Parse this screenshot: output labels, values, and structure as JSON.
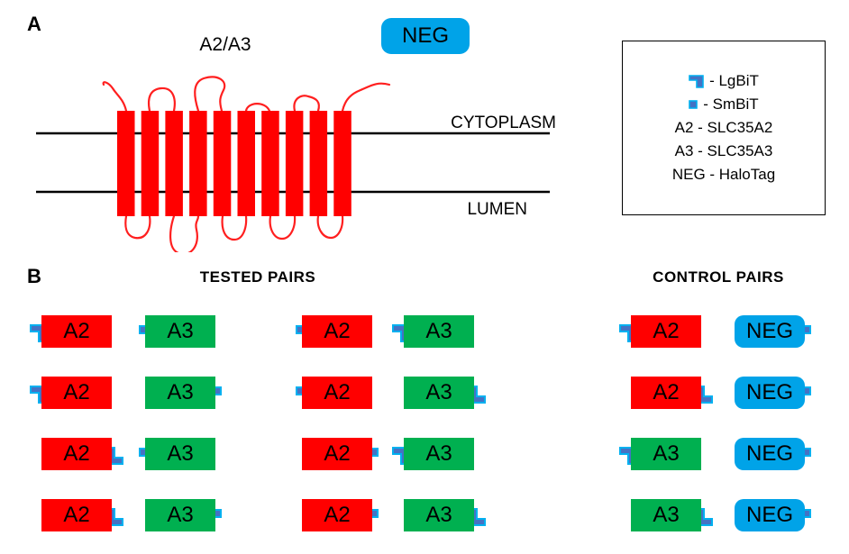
{
  "panelA": {
    "label": "A",
    "protein_title": "A2/A3",
    "neg_label": "NEG",
    "membrane": {
      "top_label": "CYTOPLASM",
      "bottom_label": "LUMEN"
    },
    "legend": {
      "items": [
        {
          "icon": "lgbit",
          "text": "- LgBiT"
        },
        {
          "icon": "smbit",
          "text": "- SmBiT"
        },
        {
          "icon": null,
          "text": "A2 - SLC35A2"
        },
        {
          "icon": null,
          "text": "A3 - SLC35A3"
        },
        {
          "icon": null,
          "text": "NEG - HaloTag"
        }
      ]
    }
  },
  "panelB": {
    "label": "B",
    "tested_heading": "TESTED PAIRS",
    "control_heading": "CONTROL PAIRS",
    "rows": [
      {
        "tested": [
          {
            "boxes": [
              {
                "label": "A2",
                "type": "a2",
                "tag": {
                  "kind": "LgBiT",
                  "side": "left"
                }
              },
              {
                "label": "A3",
                "type": "a3",
                "tag": {
                  "kind": "SmBiT",
                  "side": "left"
                }
              }
            ]
          },
          {
            "boxes": [
              {
                "label": "A2",
                "type": "a2",
                "tag": {
                  "kind": "SmBiT",
                  "side": "left"
                }
              },
              {
                "label": "A3",
                "type": "a3",
                "tag": {
                  "kind": "LgBiT",
                  "side": "left"
                }
              }
            ]
          }
        ],
        "control": {
          "boxes": [
            {
              "label": "A2",
              "type": "a2",
              "tag": {
                "kind": "LgBiT",
                "side": "left"
              }
            },
            {
              "label": "NEG",
              "type": "neg",
              "tag": {
                "kind": "SmBiT",
                "side": "right"
              }
            }
          ]
        }
      },
      {
        "tested": [
          {
            "boxes": [
              {
                "label": "A2",
                "type": "a2",
                "tag": {
                  "kind": "LgBiT",
                  "side": "left"
                }
              },
              {
                "label": "A3",
                "type": "a3",
                "tag": {
                  "kind": "SmBiT",
                  "side": "right"
                }
              }
            ]
          },
          {
            "boxes": [
              {
                "label": "A2",
                "type": "a2",
                "tag": {
                  "kind": "SmBiT",
                  "side": "left"
                }
              },
              {
                "label": "A3",
                "type": "a3",
                "tag": {
                  "kind": "LgBiT",
                  "side": "right"
                }
              }
            ]
          }
        ],
        "control": {
          "boxes": [
            {
              "label": "A2",
              "type": "a2",
              "tag": {
                "kind": "LgBiT",
                "side": "right"
              }
            },
            {
              "label": "NEG",
              "type": "neg",
              "tag": {
                "kind": "SmBiT",
                "side": "right"
              }
            }
          ]
        }
      },
      {
        "tested": [
          {
            "boxes": [
              {
                "label": "A2",
                "type": "a2",
                "tag": {
                  "kind": "LgBiT",
                  "side": "right"
                }
              },
              {
                "label": "A3",
                "type": "a3",
                "tag": {
                  "kind": "SmBiT",
                  "side": "left"
                }
              }
            ]
          },
          {
            "boxes": [
              {
                "label": "A2",
                "type": "a2",
                "tag": {
                  "kind": "SmBiT",
                  "side": "right"
                }
              },
              {
                "label": "A3",
                "type": "a3",
                "tag": {
                  "kind": "LgBiT",
                  "side": "left"
                }
              }
            ]
          }
        ],
        "control": {
          "boxes": [
            {
              "label": "A3",
              "type": "a3",
              "tag": {
                "kind": "LgBiT",
                "side": "left"
              }
            },
            {
              "label": "NEG",
              "type": "neg",
              "tag": {
                "kind": "SmBiT",
                "side": "right"
              }
            }
          ]
        }
      },
      {
        "tested": [
          {
            "boxes": [
              {
                "label": "A2",
                "type": "a2",
                "tag": {
                  "kind": "LgBiT",
                  "side": "right"
                }
              },
              {
                "label": "A3",
                "type": "a3",
                "tag": {
                  "kind": "SmBiT",
                  "side": "right"
                }
              }
            ]
          },
          {
            "boxes": [
              {
                "label": "A2",
                "type": "a2",
                "tag": {
                  "kind": "SmBiT",
                  "side": "right"
                }
              },
              {
                "label": "A3",
                "type": "a3",
                "tag": {
                  "kind": "LgBiT",
                  "side": "right"
                }
              }
            ]
          }
        ],
        "control": {
          "boxes": [
            {
              "label": "A3",
              "type": "a3",
              "tag": {
                "kind": "LgBiT",
                "side": "right"
              }
            },
            {
              "label": "NEG",
              "type": "neg",
              "tag": {
                "kind": "SmBiT",
                "side": "right"
              }
            }
          ]
        }
      }
    ]
  },
  "colors": {
    "a2": "#FF0000",
    "a3": "#00B050",
    "neg": "#00A3E8",
    "tag_fill": "#4472C4",
    "tag_outline": "#00B0F0",
    "loop": "#FF1F1F",
    "membrane_line": "#000000"
  }
}
